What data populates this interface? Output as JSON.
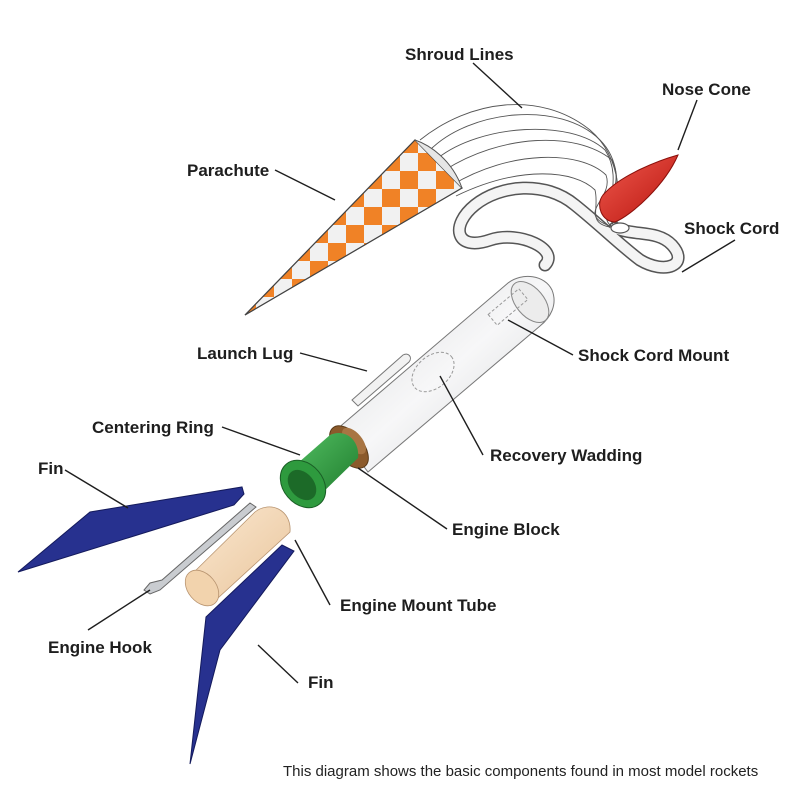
{
  "labels": {
    "shroud_lines": "Shroud Lines",
    "nose_cone": "Nose Cone",
    "parachute": "Parachute",
    "shock_cord": "Shock Cord",
    "launch_lug": "Launch Lug",
    "shock_cord_mount": "Shock Cord Mount",
    "centering_ring": "Centering Ring",
    "recovery_wadding": "Recovery Wadding",
    "fin_top": "Fin",
    "engine_block": "Engine Block",
    "engine_mount_tube": "Engine Mount Tube",
    "engine_hook": "Engine Hook",
    "fin_bottom": "Fin"
  },
  "caption": "This diagram shows the basic components found in most model rockets",
  "colors": {
    "parachute_orange": "#f08226",
    "nose_cone_red": "#e0231b",
    "body_tube": "#f1f2f3",
    "centering_ring_green": "#2e9a3e",
    "engine_block_brown": "#8b5a2b",
    "engine_mount_tube": "#f7dcb8",
    "fin_blue": "#27318f"
  }
}
